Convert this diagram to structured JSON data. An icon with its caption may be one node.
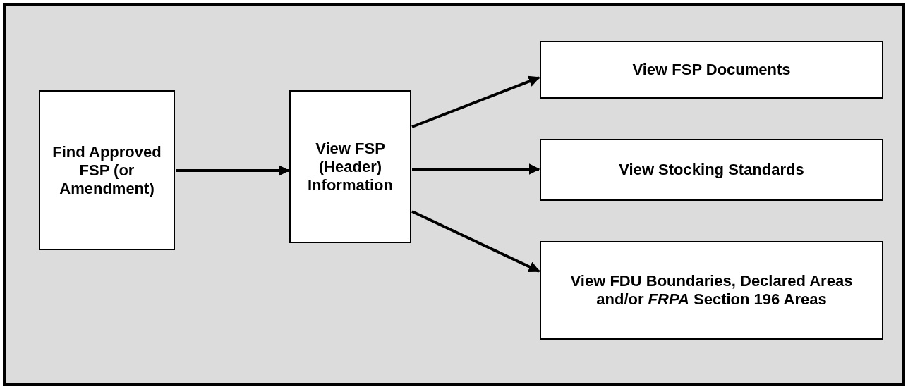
{
  "diagram": {
    "nodes": [
      {
        "text": [
          "Find Approved FSP (or Amendment)"
        ]
      },
      {
        "text": [
          "View FSP (Header) Information"
        ]
      },
      {
        "text": [
          "View FSP Documents"
        ]
      },
      {
        "text": [
          "View Stocking Standards"
        ]
      },
      {
        "text": [
          "View FDU Boundaries, Declared Areas and/or *FRPA* Section 196 Areas"
        ]
      }
    ],
    "edges": [
      {
        "from": 0,
        "to": 1,
        "arrow": "to"
      },
      {
        "from": 1,
        "to": 2,
        "arrow": "to"
      },
      {
        "from": 1,
        "to": 3,
        "arrow": "to"
      },
      {
        "from": 1,
        "to": 4,
        "arrow": "to"
      }
    ]
  }
}
